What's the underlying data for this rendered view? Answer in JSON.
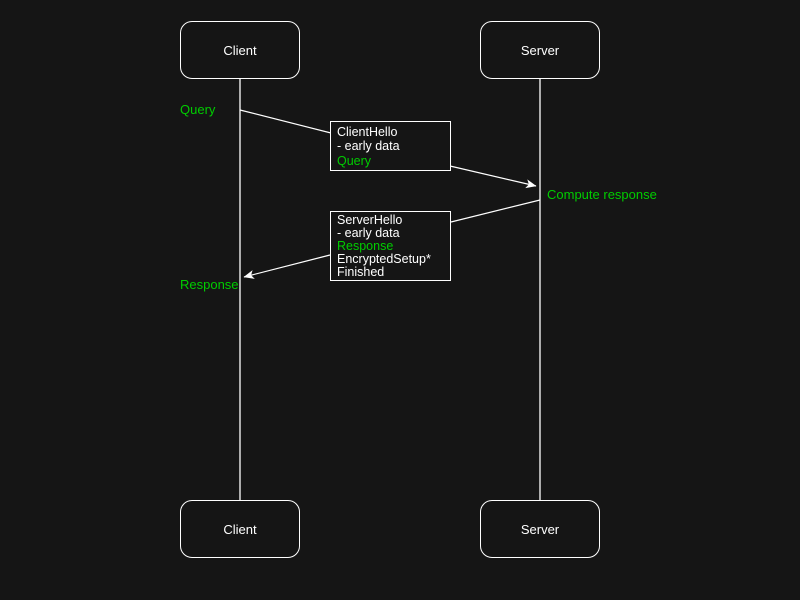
{
  "colors": {
    "bg": "#151515",
    "fg": "#ffffff",
    "green": "#00cc00"
  },
  "actors": {
    "client_top": {
      "label": "Client"
    },
    "server_top": {
      "label": "Server"
    },
    "client_bottom": {
      "label": "Client"
    },
    "server_bottom": {
      "label": "Server"
    }
  },
  "messages": {
    "query_label": "Query",
    "compute_response_label": "Compute response",
    "response_label": "Response"
  },
  "notes": {
    "client_hello": {
      "lines": [
        {
          "text": "ClientHello",
          "color": "white"
        },
        {
          "text": "- early data",
          "color": "white"
        },
        {
          "text": "Query",
          "color": "green"
        }
      ]
    },
    "server_hello": {
      "lines": [
        {
          "text": "ServerHello",
          "color": "white"
        },
        {
          "text": "- early data",
          "color": "white"
        },
        {
          "text": "Response",
          "color": "green"
        },
        {
          "text": "EncryptedSetup*",
          "color": "white"
        },
        {
          "text": "Finished",
          "color": "white"
        }
      ]
    }
  }
}
